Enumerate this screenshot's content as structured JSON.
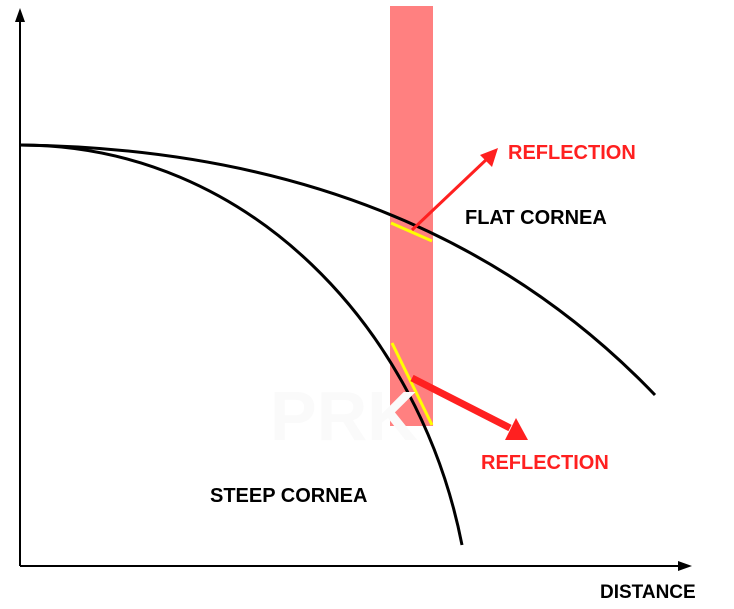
{
  "labels": {
    "reflection_top": "REFLECTION",
    "flat_cornea": "FLAT CORNEA",
    "reflection_bottom": "REFLECTION",
    "steep_cornea": "STEEP CORNEA",
    "x_axis": "DISTANCE"
  },
  "watermark": "PRK",
  "colors": {
    "beam": "#ff8080",
    "reflection": "#ff2020",
    "contact": "#ffff00",
    "curve": "#000000"
  }
}
